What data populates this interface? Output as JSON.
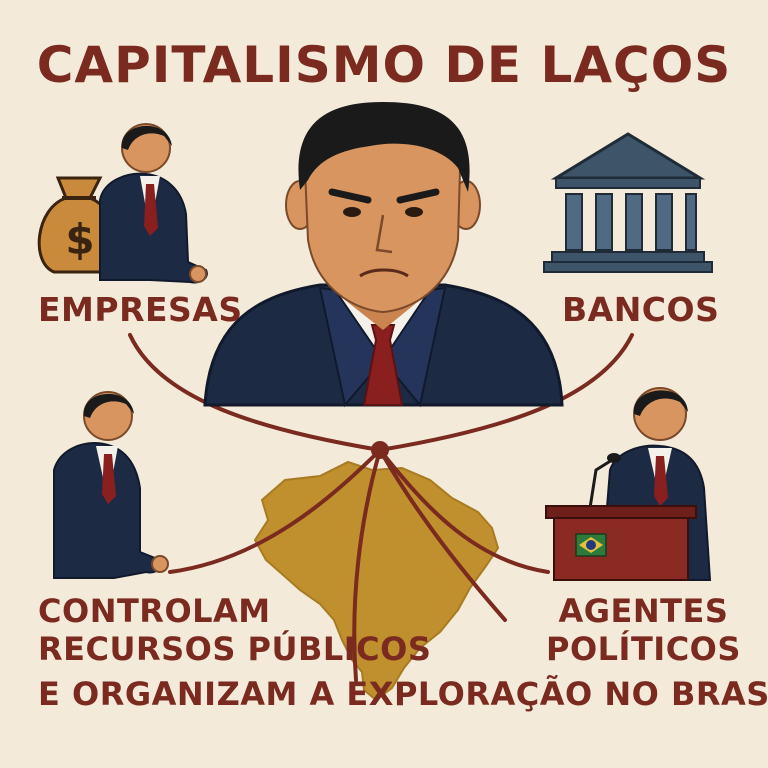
{
  "title": "CAPITALISMO DE LAÇOS",
  "labels": {
    "empresas": "EMPRESAS",
    "bancos": "BANCOS",
    "controlam_line1": "CONTROLAM",
    "controlam_line2": "RECURSOS PÚBLICOS",
    "agentes_line1": "AGENTES",
    "agentes_line2": "POLÍTICOS",
    "bottom": "E ORGANIZAM A EXPLORAÇÃO NO BRASIL"
  },
  "colors": {
    "background": "#f3ead9",
    "text": "#7a2a1e",
    "suit": "#1d2a44",
    "tie": "#8a1f1f",
    "skin": "#d9955f",
    "map": "#c0902e",
    "bank": "#3e5468",
    "lines": "#7a2a1e"
  },
  "icons": [
    "money-bag-icon",
    "bank-building-icon",
    "brazil-map-icon",
    "podium-icon",
    "microphone-icon"
  ]
}
